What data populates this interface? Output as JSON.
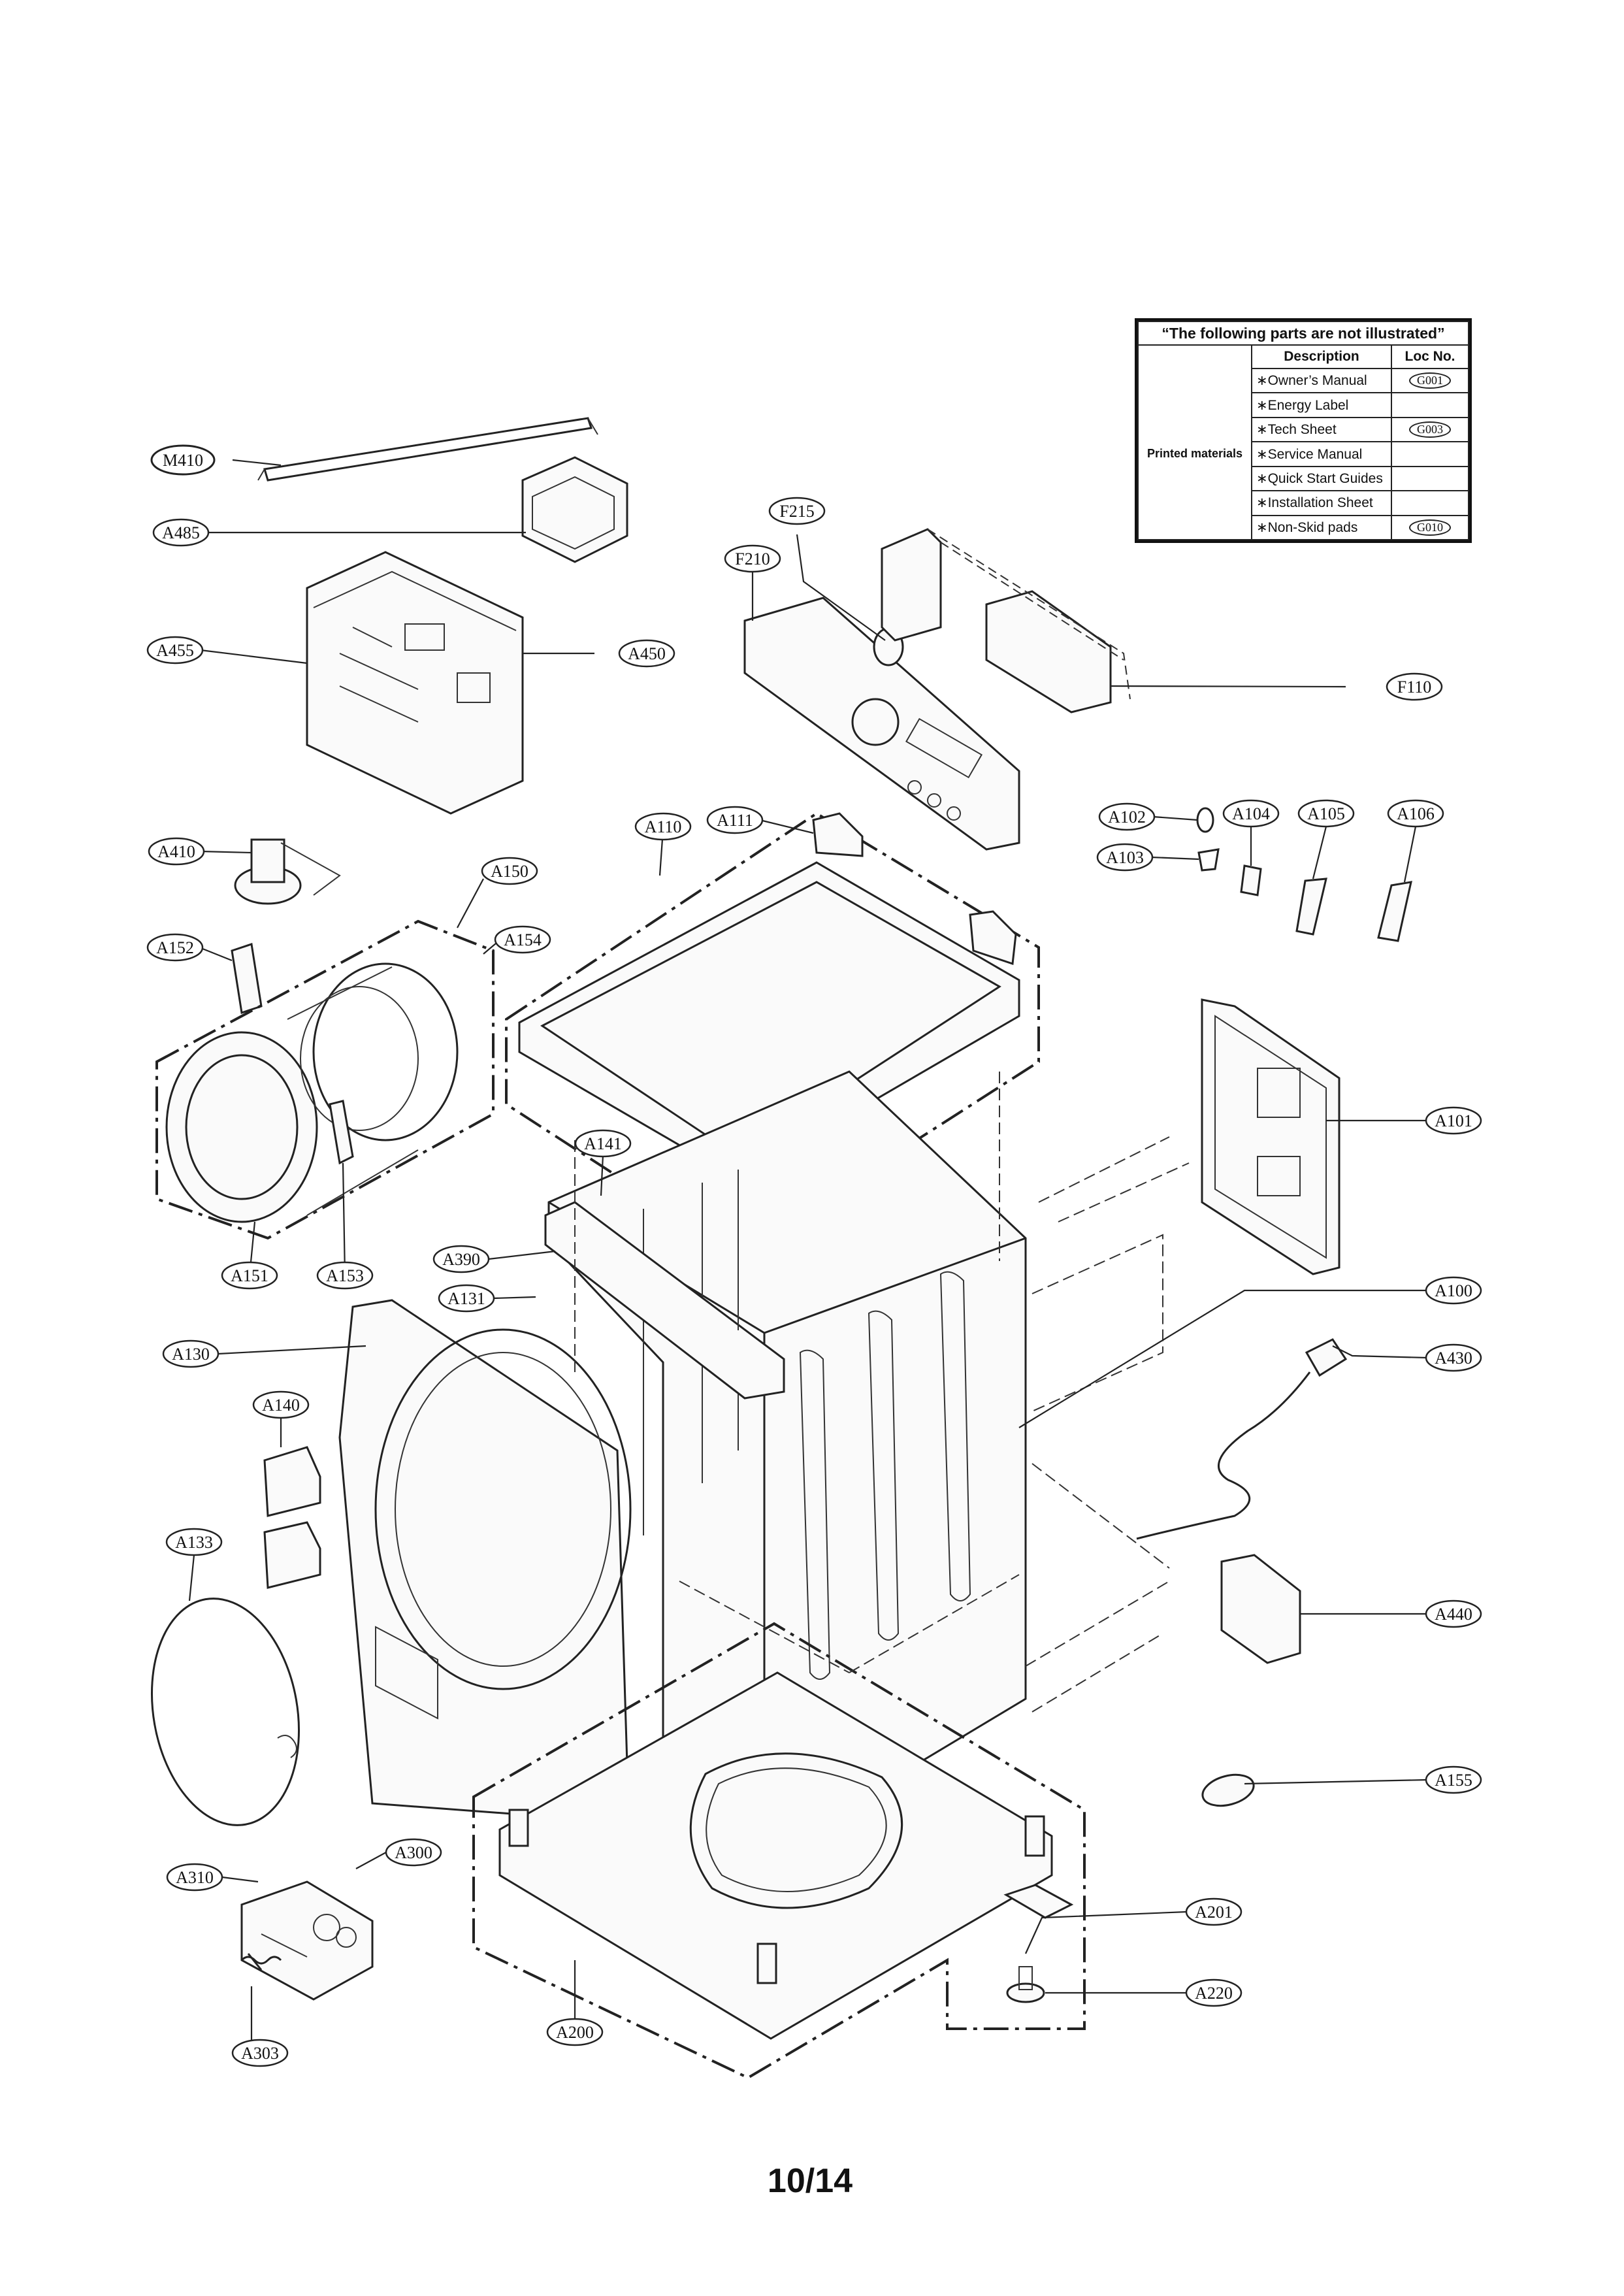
{
  "callouts": {
    "M410": "M410",
    "A485": "A485",
    "A455": "A455",
    "A450": "A450",
    "F215": "F215",
    "F210": "F210",
    "F110": "F110",
    "A410": "A410",
    "A150": "A150",
    "A154": "A154",
    "A152": "A152",
    "A151": "A151",
    "A153": "A153",
    "A110": "A110",
    "A111": "A111",
    "A141": "A141",
    "A102": "A102",
    "A103": "A103",
    "A104": "A104",
    "A105": "A105",
    "A106": "A106",
    "A101": "A101",
    "A100": "A100",
    "A430": "A430",
    "A440": "A440",
    "A155": "A155",
    "A390": "A390",
    "A131": "A131",
    "A130": "A130",
    "A140": "A140",
    "A133": "A133",
    "A300": "A300",
    "A310": "A310",
    "A303": "A303",
    "A200": "A200",
    "A201": "A201",
    "A220": "A220"
  },
  "table": {
    "title": "“The following parts are not illustrated”",
    "header_description": "Description",
    "header_loc": "Loc No.",
    "group": "Printed materials",
    "rows": [
      {
        "description": "∗Owner’s Manual",
        "loc": "G001"
      },
      {
        "description": "∗Energy Label",
        "loc": ""
      },
      {
        "description": "∗Tech Sheet",
        "loc": "G003"
      },
      {
        "description": "∗Service Manual",
        "loc": ""
      },
      {
        "description": "∗Quick Start Guides",
        "loc": ""
      },
      {
        "description": "∗Installation Sheet",
        "loc": ""
      },
      {
        "description": "∗Non-Skid pads",
        "loc": "G010"
      }
    ]
  },
  "page_number": "10/14"
}
